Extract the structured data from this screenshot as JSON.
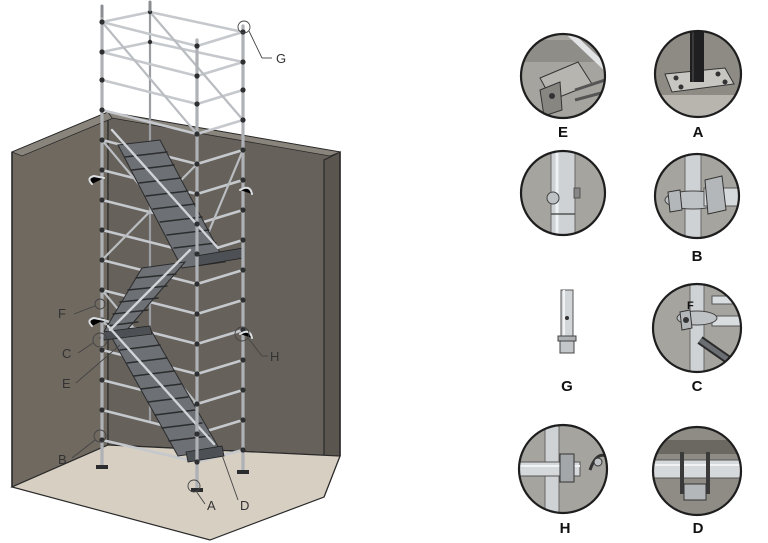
{
  "scaffold_callouts": {
    "A": "A",
    "B": "B",
    "C": "C",
    "D": "D",
    "E": "E",
    "F": "F",
    "G": "G",
    "H": "H"
  },
  "detail_panel": {
    "labels": {
      "E": "E",
      "A": "A",
      "B": "B",
      "G": "G",
      "C": "C",
      "H": "H",
      "D": "D"
    },
    "inset_F": "F"
  },
  "colors": {
    "wall_back": "#6b655c",
    "wall_side": "#5d5850",
    "floor": "#d8d1c5",
    "tube": "#c9ccd0",
    "tube_dark": "#777b80",
    "node": "#2e2f31",
    "detail_bg": "#a7a59f",
    "detail_rim": "#222222"
  }
}
